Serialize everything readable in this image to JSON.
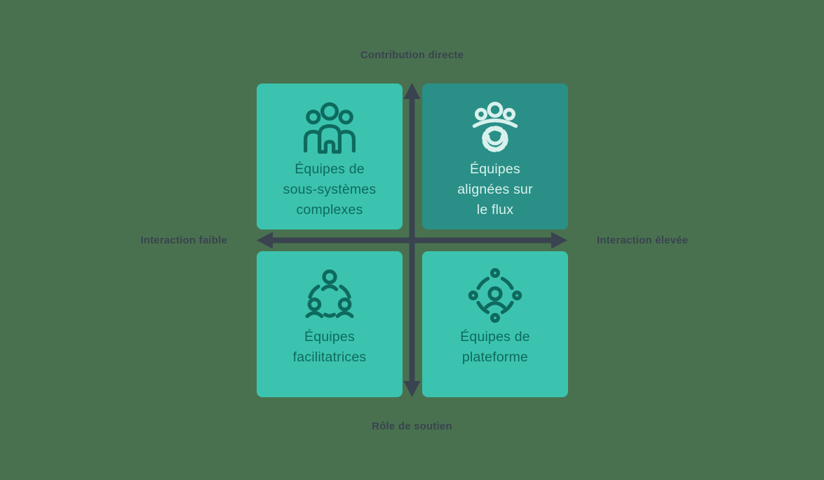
{
  "axes": {
    "top_label": "Contribution directe",
    "bottom_label": "Rôle de soutien",
    "left_label": "Interaction faible",
    "right_label": "Interaction élevée"
  },
  "quadrants": {
    "top_left": {
      "label": "Équipes de sous-systèmes complexes",
      "lines": [
        "Équipes de",
        "sous-systèmes",
        "complexes"
      ],
      "icon": "team-group-icon",
      "variant": "light"
    },
    "top_right": {
      "label": "Équipes alignées sur le flux",
      "lines": [
        "Équipes",
        "alignées sur",
        "le flux"
      ],
      "icon": "team-gear-icon",
      "variant": "dark"
    },
    "bottom_left": {
      "label": "Équipes facilitatrices",
      "lines": [
        "Équipes",
        "facilitatrices"
      ],
      "icon": "team-circle-icon",
      "variant": "light"
    },
    "bottom_right": {
      "label": "Équipes de plateforme",
      "lines": [
        "Équipes de",
        "plateforme"
      ],
      "icon": "team-network-icon",
      "variant": "light"
    }
  },
  "colors": {
    "background": "#49714F",
    "quadrant_light": "#3BC3AF",
    "quadrant_dark": "#2A8F86",
    "text_on_light": "#0E6A5E",
    "text_on_dark": "#D9F1ED",
    "axis_and_labels": "#3A4350"
  }
}
